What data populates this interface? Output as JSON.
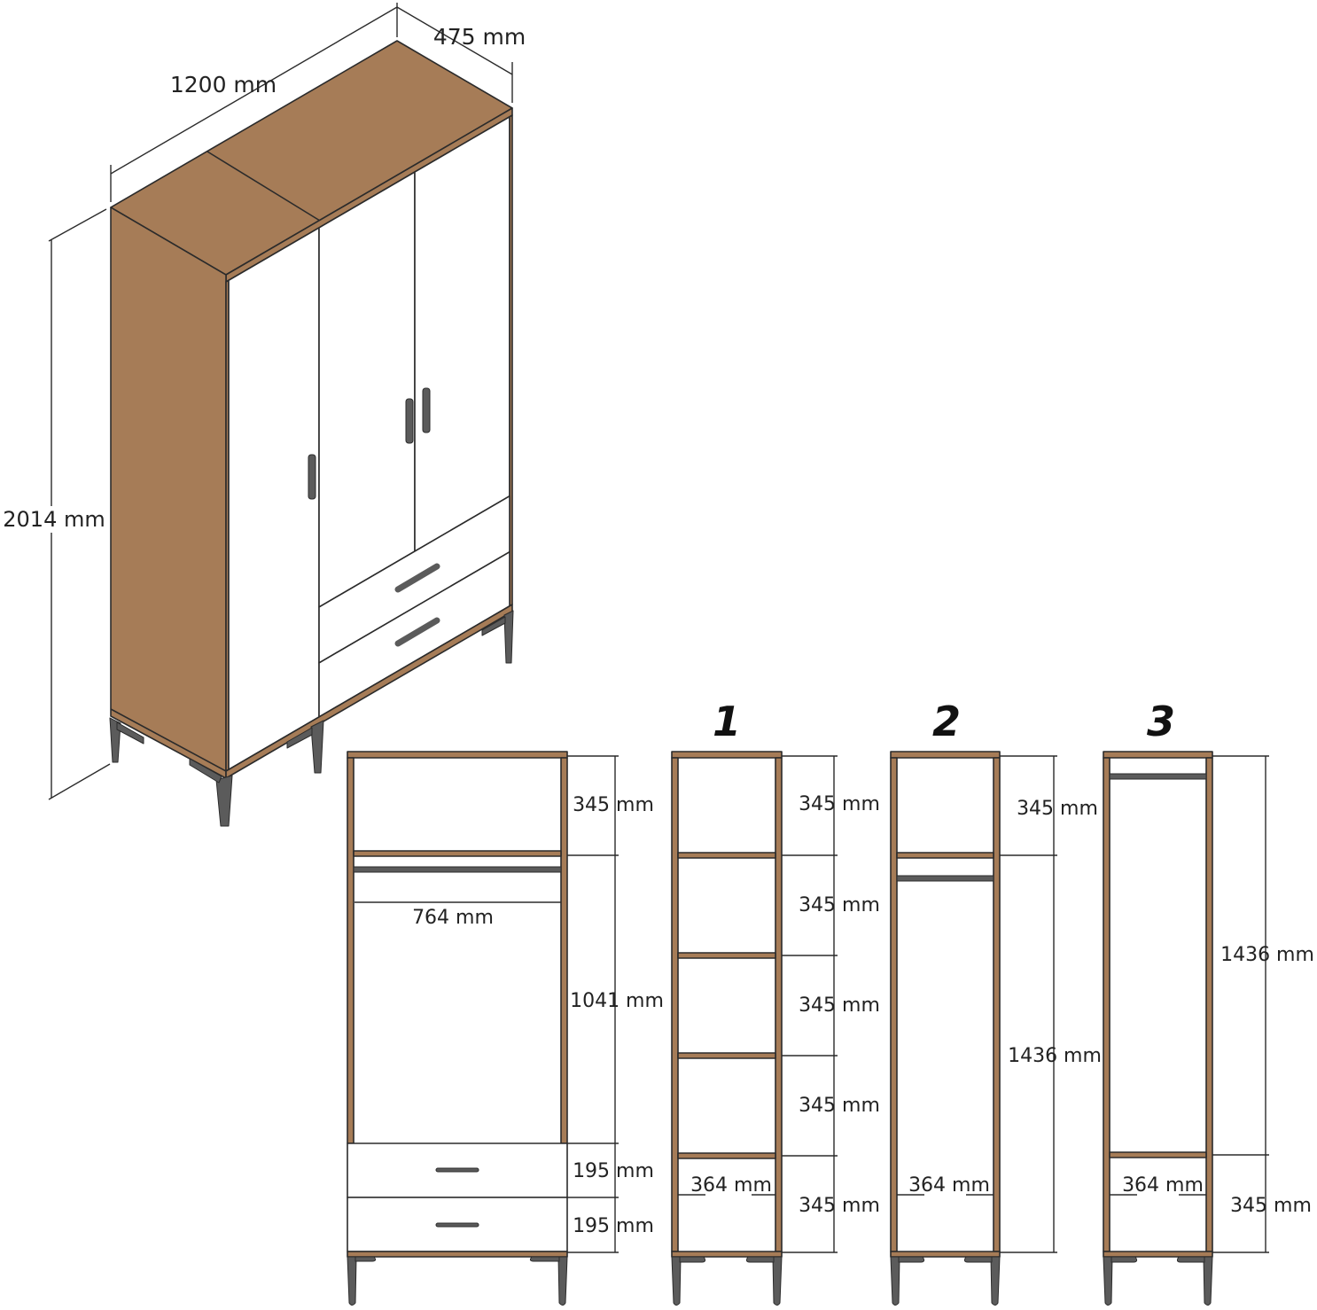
{
  "isometric_view": {
    "depth_label": "475 mm",
    "width_label": "1200 mm",
    "height_label": "2014 mm"
  },
  "main_section": {
    "top_compartment": "345 mm",
    "rod_width": "764 mm",
    "hanging_compartment": "1041 mm",
    "drawer_1": "195 mm",
    "drawer_2": "195 mm"
  },
  "section_1": {
    "number": "1",
    "shelf_heights": [
      "345 mm",
      "345 mm",
      "345 mm",
      "345 mm",
      "345 mm"
    ],
    "inner_width": "364 mm"
  },
  "section_2": {
    "number": "2",
    "top_compartment": "345 mm",
    "hanging_compartment": "1436 mm",
    "inner_width": "364 mm"
  },
  "section_3": {
    "number": "3",
    "hanging_compartment": "1436 mm",
    "bottom_compartment": "345 mm",
    "inner_width": "364 mm"
  },
  "colors": {
    "wood": "#a67c57",
    "outline": "#2b2b2b",
    "metal": "#5b5b5b",
    "panel": "#ffffff"
  }
}
